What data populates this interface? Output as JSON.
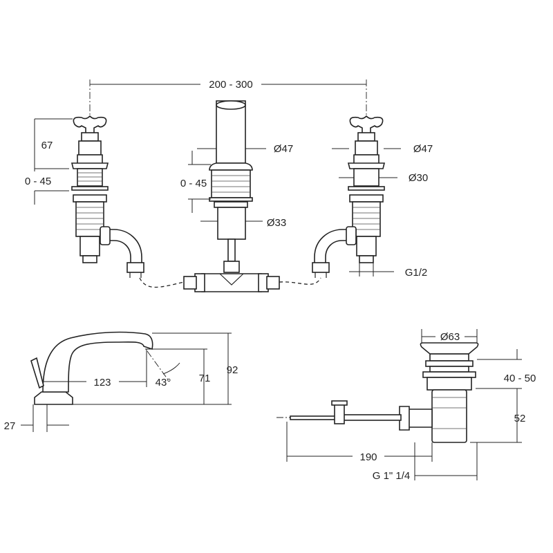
{
  "dimensions": {
    "tap_spacing": "200 - 300",
    "handle_height": "67",
    "left_deck_range": "0 - 45",
    "center_deck_range": "0 - 45",
    "spout_diameter": "Ø47",
    "right_handle_diameter": "Ø47",
    "right_body_diameter": "Ø30",
    "spout_base_diameter": "Ø33",
    "connection_thread": "G1/2",
    "spout_reach": "123",
    "spout_angle": "43°",
    "spout_outlet_height": "71",
    "spout_total_height": "92",
    "spout_base_offset": "27",
    "waste_diameter": "Ø63",
    "waste_head_range": "40 - 50",
    "waste_body_height": "52",
    "waste_rod_length": "190",
    "waste_thread": "G 1\" 1/4"
  }
}
